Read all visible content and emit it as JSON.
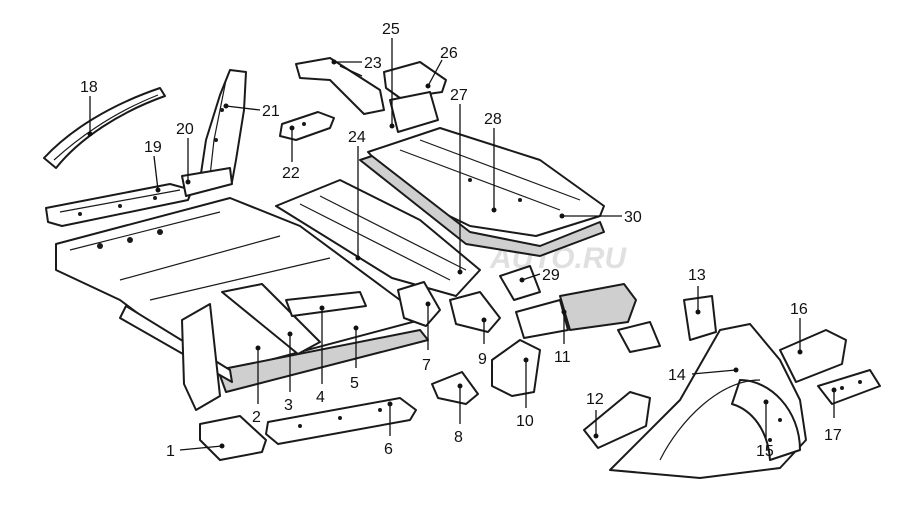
{
  "watermark": "AUTO.RU",
  "callouts": [
    "1",
    "2",
    "3",
    "4",
    "5",
    "6",
    "7",
    "8",
    "9",
    "10",
    "11",
    "12",
    "13",
    "14",
    "15",
    "16",
    "17",
    "18",
    "19",
    "20",
    "21",
    "22",
    "23",
    "24",
    "25",
    "26",
    "27",
    "28",
    "29",
    "30"
  ],
  "colors": {
    "ink": "#1a1a1a",
    "shade": "#cfcfcf",
    "background": "#ffffff"
  }
}
